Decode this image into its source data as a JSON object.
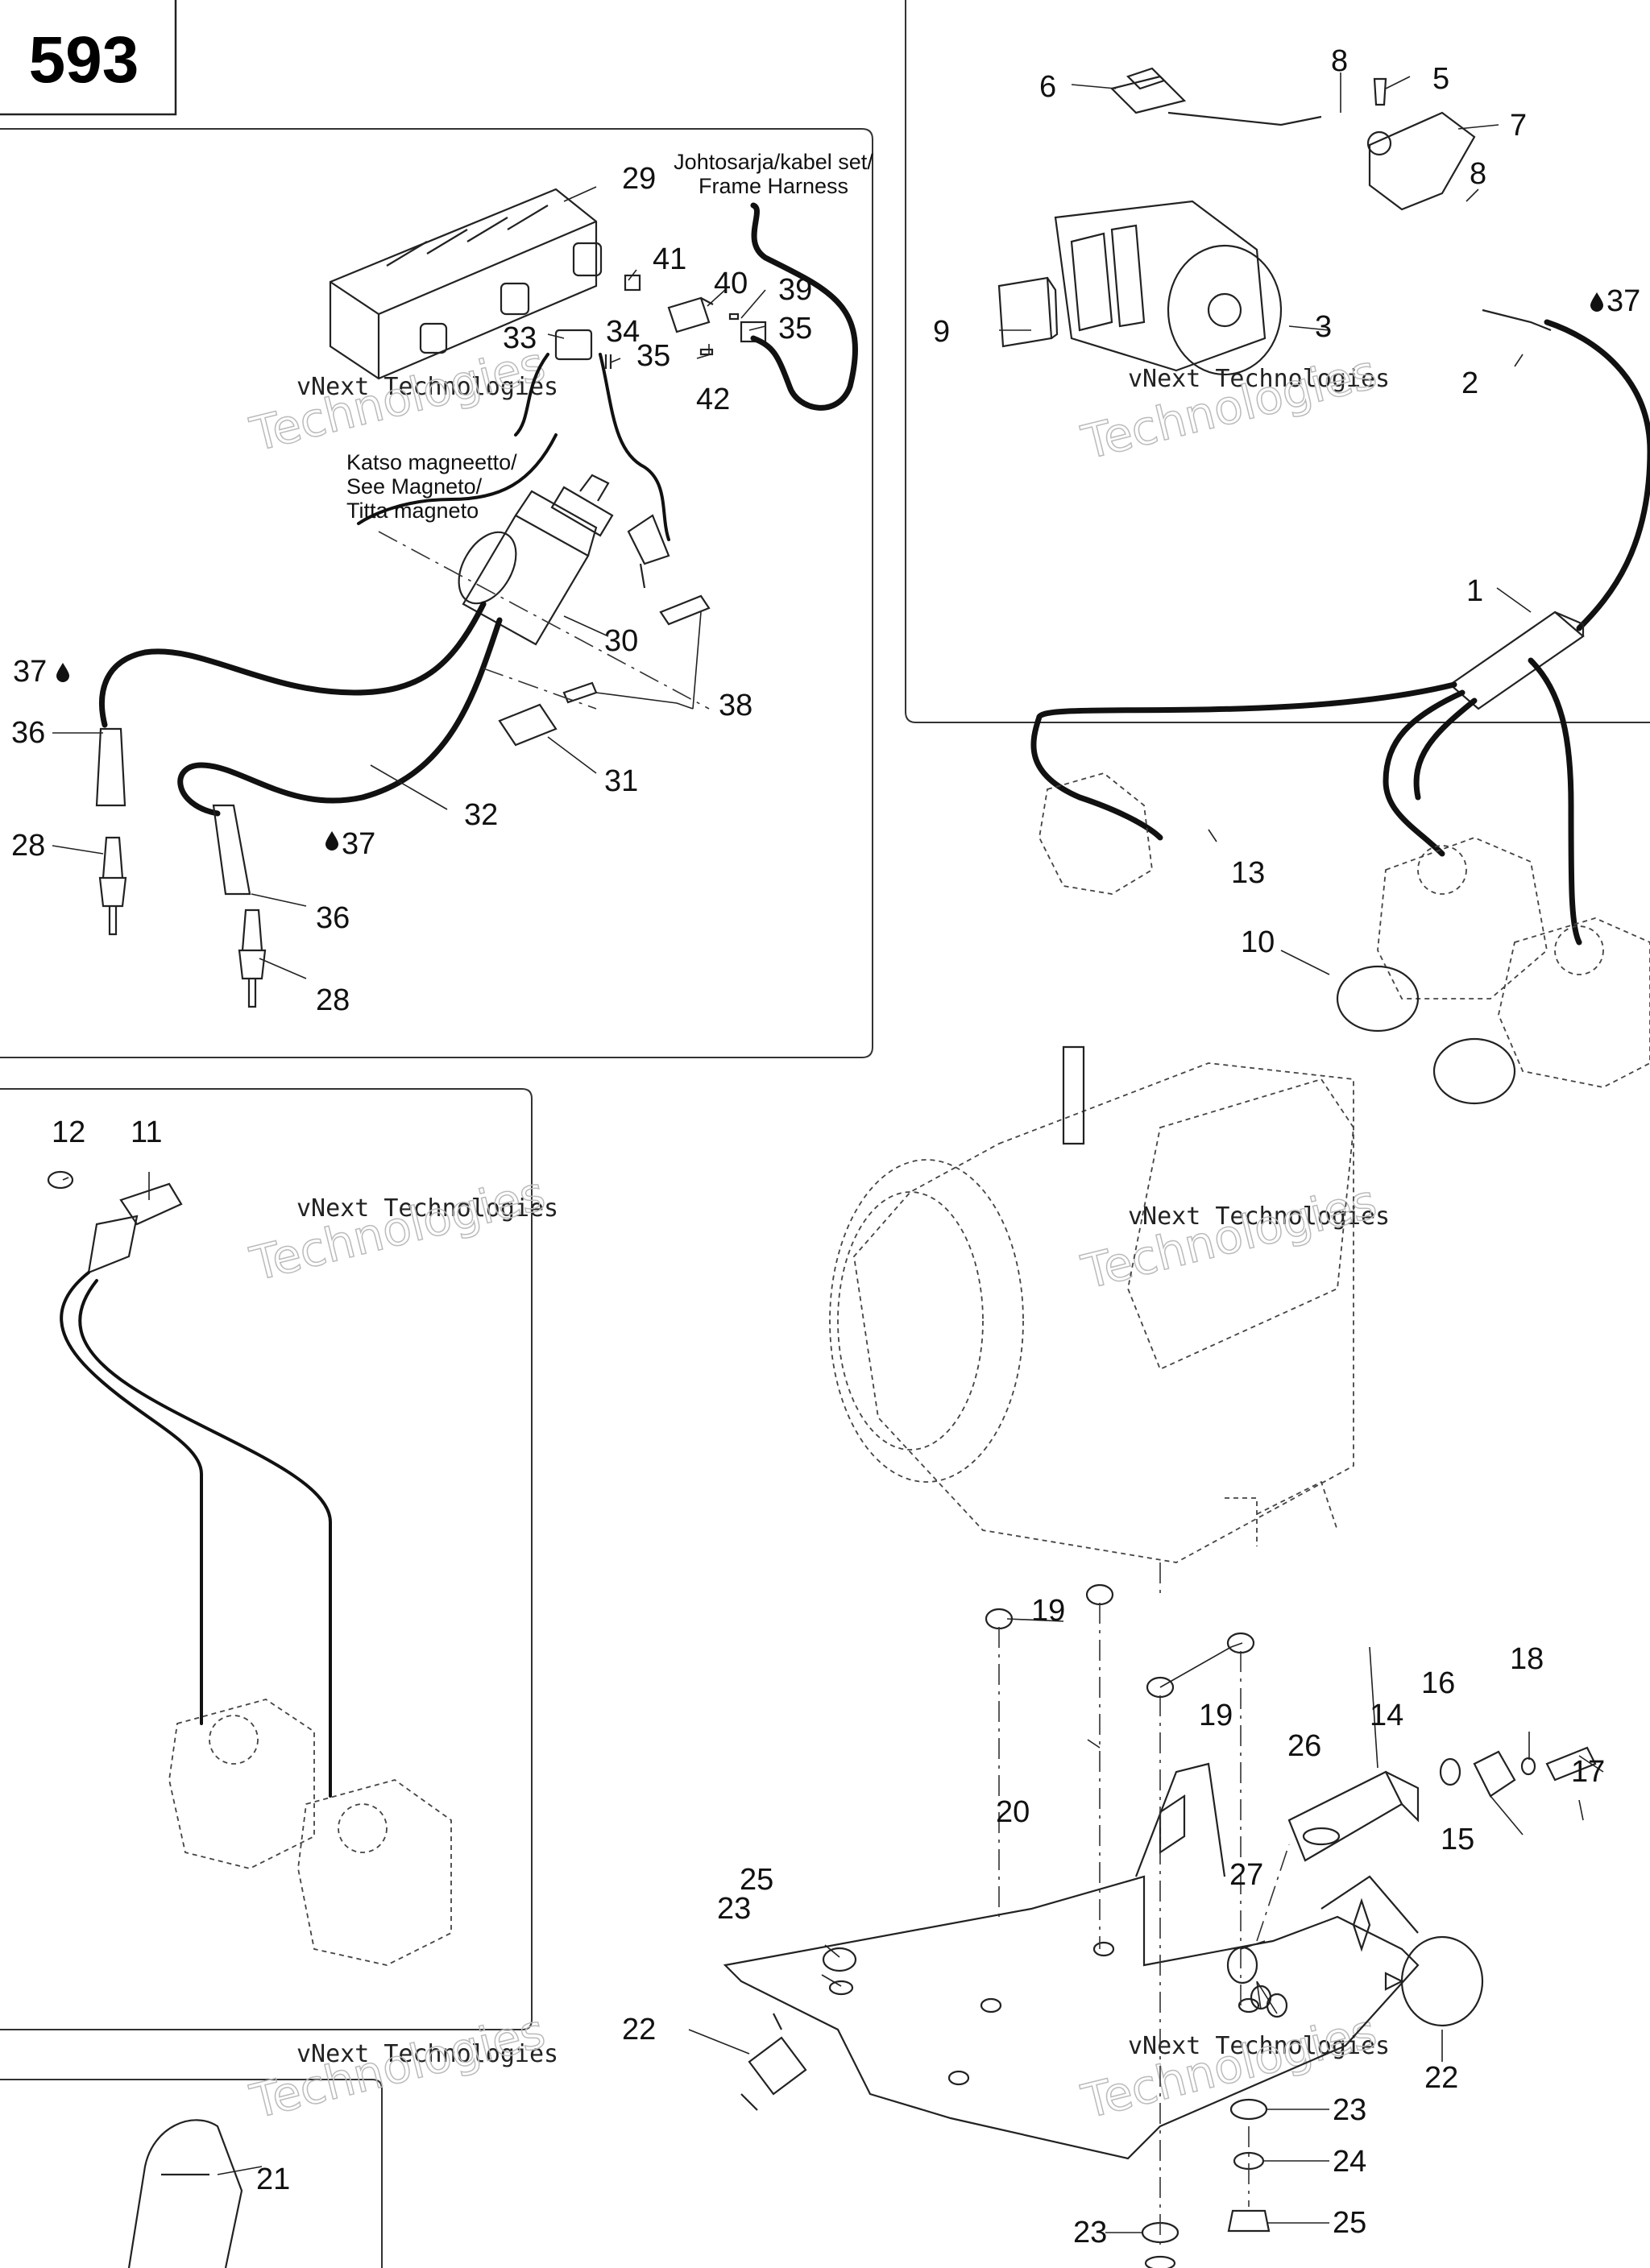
{
  "page_number": "593",
  "watermark": {
    "line1": "vNext Technologies",
    "line2": "Technologies"
  },
  "notes": {
    "harness": [
      "Johtosarja/kabel set/",
      "Frame Harness"
    ],
    "magneto": [
      "Katso magneetto/",
      "See Magneto/",
      "Titta magneto"
    ]
  },
  "callouts": {
    "c1": "1",
    "c2": "2",
    "c3": "3",
    "c5": "5",
    "c6": "6",
    "c7": "7",
    "c8a": "8",
    "c8b": "8",
    "c9": "9",
    "c10": "10",
    "c11": "11",
    "c12": "12",
    "c13": "13",
    "c14": "14",
    "c15": "15",
    "c16": "16",
    "c17": "17",
    "c18": "18",
    "c19a": "19",
    "c19b": "19",
    "c20": "20",
    "c21": "21",
    "c22a": "22",
    "c22b": "22",
    "c23a": "23",
    "c23b": "23",
    "c23c": "23",
    "c24": "24",
    "c25a": "25",
    "c25b": "25",
    "c26": "26",
    "c27": "27",
    "c28a": "28",
    "c28b": "28",
    "c29": "29",
    "c30": "30",
    "c31": "31",
    "c32": "32",
    "c33": "33",
    "c34": "34",
    "c35a": "35",
    "c35b": "35",
    "c36a": "36",
    "c36b": "36",
    "c37a": "37",
    "c37b": "37",
    "c37c": "37",
    "c38": "38",
    "c39": "39",
    "c40": "40",
    "c41": "41",
    "c42": "42"
  },
  "icons": {
    "lubricant": "oil-drop-icon"
  }
}
